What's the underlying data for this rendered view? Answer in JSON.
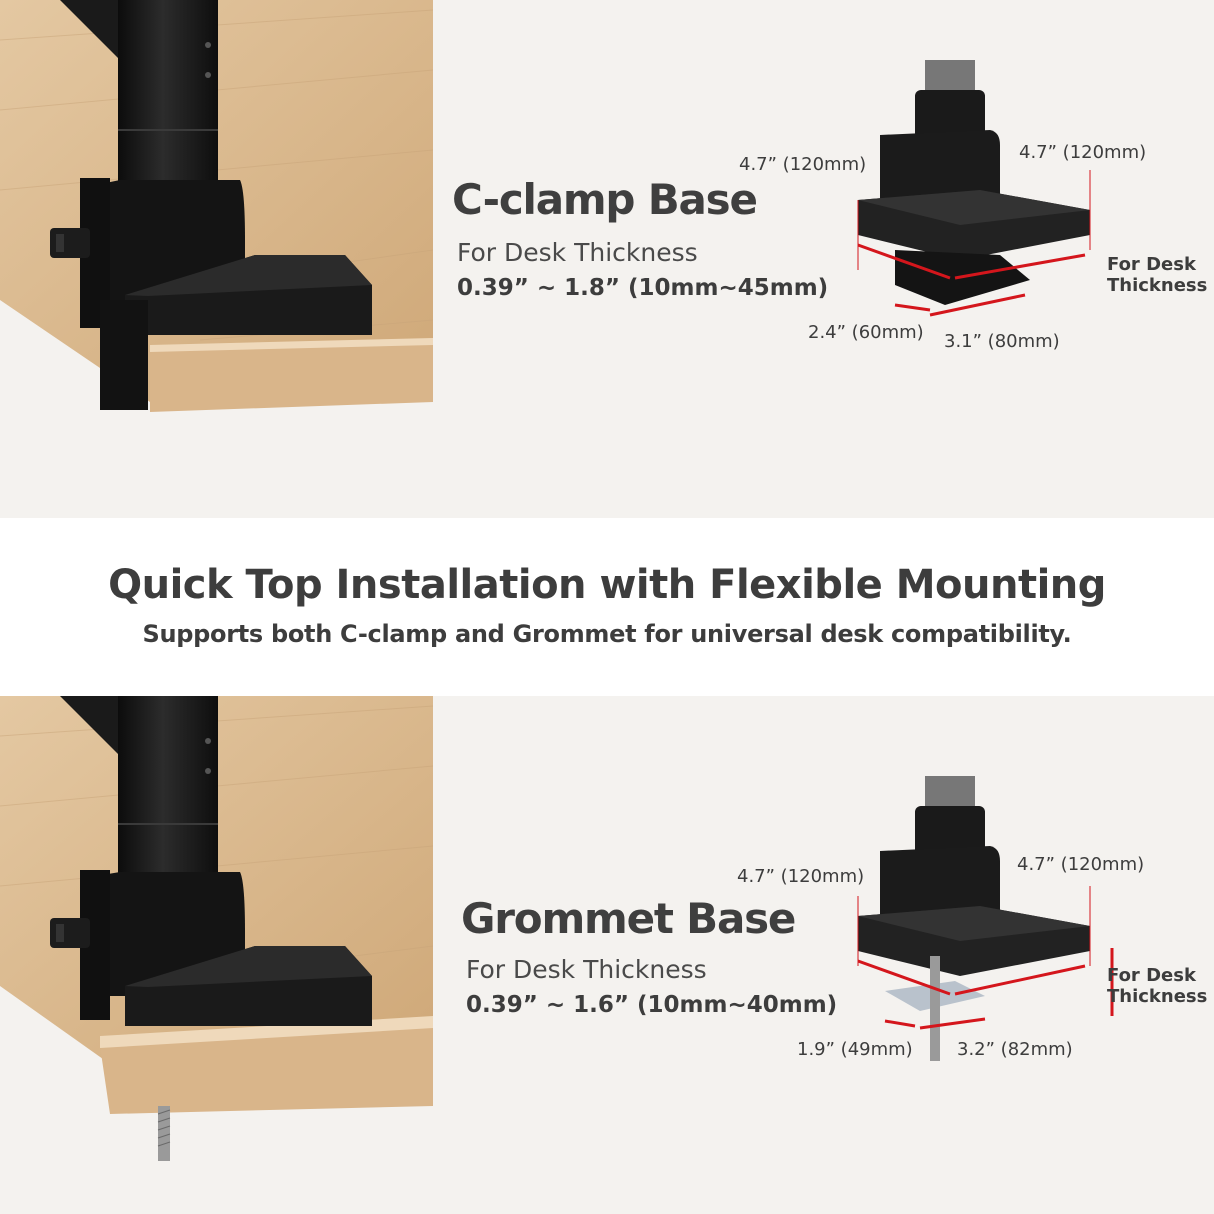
{
  "headline": "Quick Top Installation with Flexible Mounting",
  "subline": "Supports both C-clamp and Grommet for universal desk compatibility.",
  "cclamp": {
    "title": "C-clamp Base",
    "desk_label": "For Desk Thickness",
    "range": "0.39” ~ 1.8” (10mm~45mm)",
    "dim_left": "4.7” (120mm)",
    "dim_right": "4.7” (120mm)",
    "dim_small": "2.4” (60mm)",
    "dim_depth": "3.1” (80mm)",
    "desk_thickness_1": "For Desk",
    "desk_thickness_2": "Thickness"
  },
  "grommet": {
    "title": "Grommet Base",
    "desk_label": "For Desk Thickness",
    "range": "0.39” ~ 1.6” (10mm~40mm)",
    "dim_left": "4.7” (120mm)",
    "dim_right": "4.7” (120mm)",
    "dim_small": "1.9” (49mm)",
    "dim_depth": "3.2” (82mm)",
    "desk_thickness_1": "For Desk",
    "desk_thickness_2": "Thickness"
  },
  "colors": {
    "panel": "#f4f2ef",
    "text": "#3d3d3d",
    "dimension_red": "#d4161c",
    "mount_black": "#161616",
    "wood": "#d8b78c"
  }
}
